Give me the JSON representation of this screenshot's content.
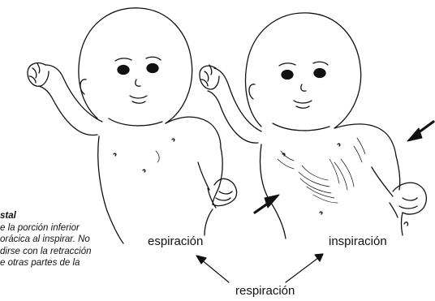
{
  "figure": {
    "caption_title": "stal",
    "caption_lines": [
      "e la porción inferior",
      "orácica al inspirar. No",
      "dirse con la retracción",
      "e otras partes de la"
    ],
    "labels": {
      "espiracion": "espiración",
      "inspiracion": "inspiración",
      "respiracion": "respiración"
    },
    "ink_color": "#111111",
    "background_color": "#ffffff"
  }
}
